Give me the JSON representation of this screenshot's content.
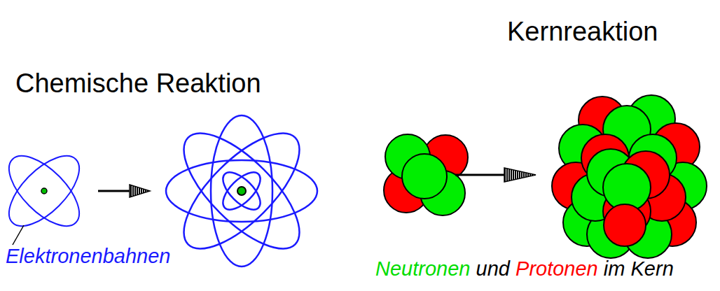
{
  "diagram": {
    "labels": [
      "Kernreaktion",
      "Chemische Reaktion",
      "Elektronenbahnen",
      "Neutronen",
      "und",
      "Protonen",
      "im Kern"
    ]
  }
}
